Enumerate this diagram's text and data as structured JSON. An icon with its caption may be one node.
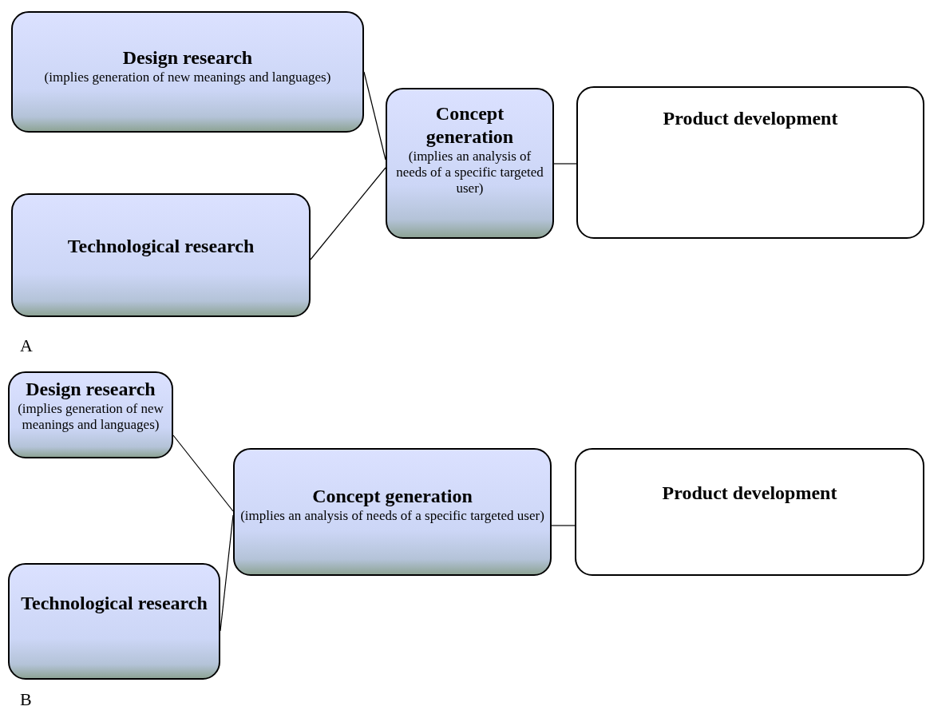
{
  "diagram": {
    "nodes": [
      {
        "text": [
          "Design research",
          "(implies generation of new meanings and languages)"
        ]
      },
      {
        "text": [
          "Technological research"
        ]
      },
      {
        "text": [
          "Concept generation",
          "(implies an analysis of needs of a specific targeted user)"
        ]
      },
      {
        "text": [
          "Product development"
        ]
      },
      {
        "text": [
          "Design research",
          "(implies generation of new meanings and languages)"
        ]
      },
      {
        "text": [
          "Concept generation",
          "(implies an analysis  of needs of a specific targeted user)"
        ]
      },
      {
        "text": [
          "Product development"
        ]
      },
      {
        "text": [
          "Technological research"
        ]
      }
    ],
    "edges": [
      {
        "from": 0,
        "to": 2,
        "arrow": "none"
      },
      {
        "from": 1,
        "to": 2,
        "arrow": "none"
      },
      {
        "from": 2,
        "to": 3,
        "arrow": "none"
      },
      {
        "from": 4,
        "to": 5,
        "arrow": "none"
      },
      {
        "from": 7,
        "to": 5,
        "arrow": "none"
      },
      {
        "from": 5,
        "to": 6,
        "arrow": "none"
      }
    ],
    "labels": [
      "A",
      "B"
    ]
  }
}
